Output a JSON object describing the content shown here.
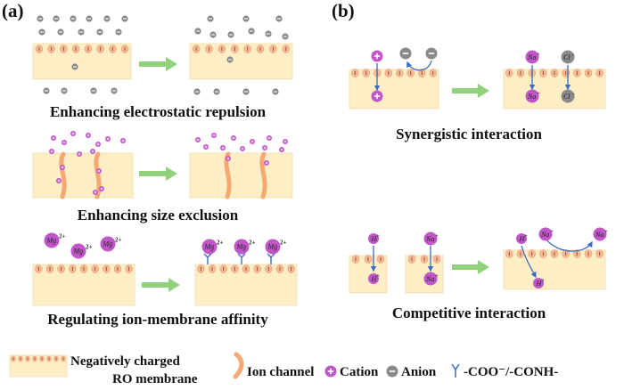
{
  "panel_a": {
    "label": "(a)",
    "captions": [
      "Enhancing electrostatic repulsion",
      "Enhancing size exclusion",
      "Regulating ion-membrane affinity"
    ],
    "mg_ion": "Mg",
    "mg_charge": "2+"
  },
  "panel_b": {
    "label": "(b)",
    "captions": [
      "Synergistic interaction",
      "Competitive interaction"
    ],
    "na": "Na",
    "cl": "Cl",
    "h": "H"
  },
  "legend": {
    "membrane_label_line1": "Negatively charged",
    "membrane_label_line2": "RO membrane",
    "ion_channel": "Ion channel",
    "cation": "Cation",
    "anion": "Anion",
    "group": "-COO⁻/-CONH-"
  },
  "colors": {
    "membrane": "#fdeec5",
    "membrane_border": "#f0dca8",
    "charge_fill": "#f4b995",
    "cation": "#c156c9",
    "anion": "#8a8a8a",
    "arrow": "#8fd27b",
    "channel": "#f5a774",
    "link": "#3b6cc4"
  }
}
